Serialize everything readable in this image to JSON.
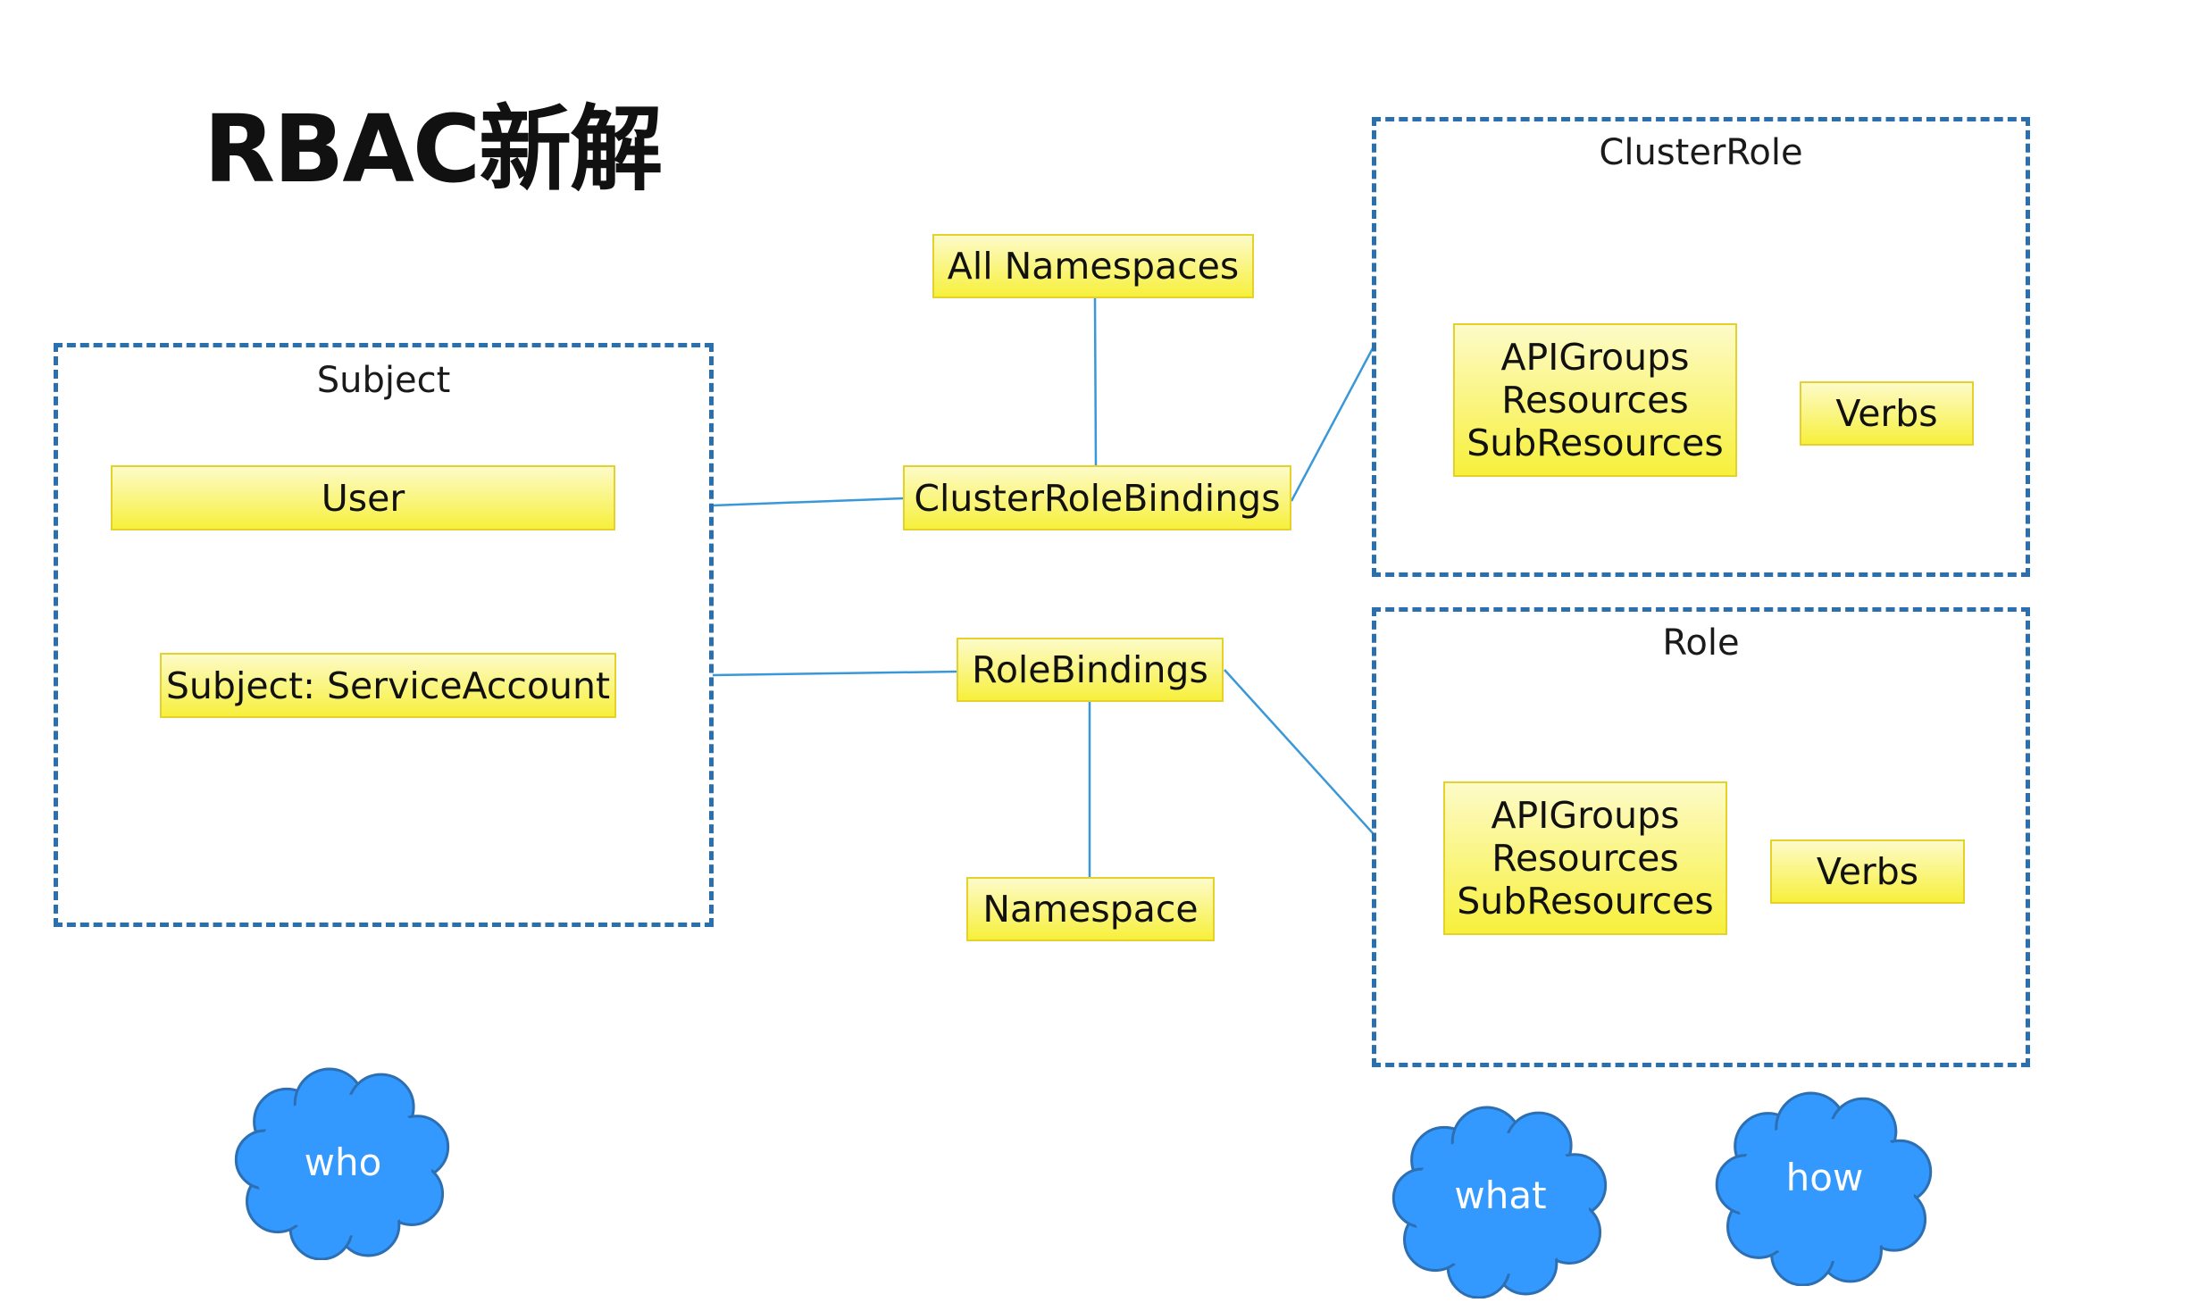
{
  "title": "RBAC新解",
  "subject_group": {
    "label": "Subject",
    "user": "User",
    "service_account": "Subject: ServiceAccount"
  },
  "bindings": {
    "all_namespaces": "All Namespaces",
    "cluster_role_bindings": "ClusterRoleBindings",
    "role_bindings": "RoleBindings",
    "namespace": "Namespace"
  },
  "cluster_role_group": {
    "label": "ClusterRole",
    "resources_lines": [
      "APIGroups",
      "Resources",
      "SubResources"
    ],
    "verbs": "Verbs"
  },
  "role_group": {
    "label": "Role",
    "resources_lines": [
      "APIGroups",
      "Resources",
      "SubResources"
    ],
    "verbs": "Verbs"
  },
  "clouds": {
    "who": "who",
    "what": "what",
    "how": "how"
  },
  "colors": {
    "dashed_border": "#2a6fae",
    "connector": "#3a98d8",
    "box_fill": "#f7f03c",
    "cloud_fill": "#3399ff"
  }
}
